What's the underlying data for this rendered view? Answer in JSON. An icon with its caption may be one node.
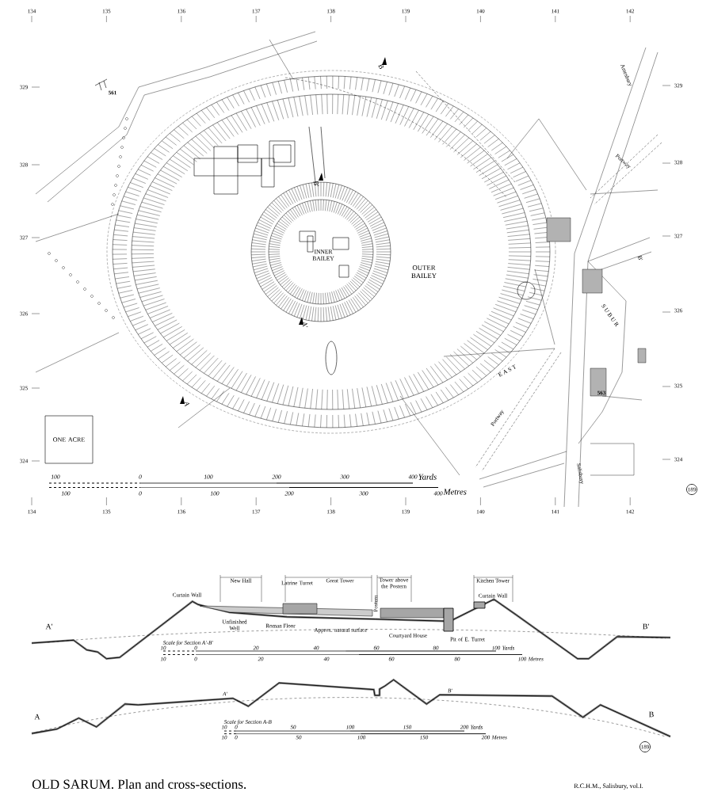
{
  "diagram": {
    "caption": "OLD SARUM. Plan and cross-sections.",
    "nodes": [
      {
        "text": [
          "ONE ACRE"
        ]
      }
    ],
    "labels": [
      "134",
      "135",
      "136",
      "137",
      "138",
      "139",
      "140",
      "141",
      "142",
      "B",
      "561",
      "Amesbury",
      "329",
      "329",
      "328",
      "B'",
      "Portway",
      "328",
      "327",
      "INNER BAILEY",
      "OUTER BAILEY",
      "327",
      "B'",
      "326",
      "A'",
      "S U B U R",
      "326",
      "E A S T",
      "325",
      "563",
      "325",
      "Portway",
      "A",
      "324",
      "Salisbury",
      "324",
      "100",
      "0",
      "100",
      "200",
      "300",
      "400",
      "Yards",
      "100",
      "0",
      "100",
      "200",
      "300",
      "400",
      "Metres",
      "189",
      "134",
      "135",
      "136",
      "137",
      "138",
      "139",
      "140",
      "141",
      "142",
      "Curtain Wall",
      "New Hall",
      "Latrine Turret",
      "Great Tower",
      "Tower above the Postern",
      "Kitchen Tower",
      "Curtain Wall",
      "Postern",
      "A'",
      "Unfinished Well",
      "Roman Floor",
      "Approx. natural surface",
      "Courtyard House",
      "Pit of E. Turret",
      "B'",
      "Scale for Section A'-B'",
      "10",
      "0",
      "20",
      "40",
      "60",
      "80",
      "100",
      "Yards",
      "10",
      "0",
      "20",
      "40",
      "60",
      "80",
      "100",
      "Metres",
      "A'",
      "B'",
      "A",
      "B",
      "Scale for Section A-B",
      "10",
      "0",
      "50",
      "100",
      "150",
      "200",
      "Yards",
      "10",
      "0",
      "50",
      "100",
      "150",
      "200",
      "Metres",
      "189",
      "R.C.H.M., Salisbury, vol.I."
    ]
  }
}
